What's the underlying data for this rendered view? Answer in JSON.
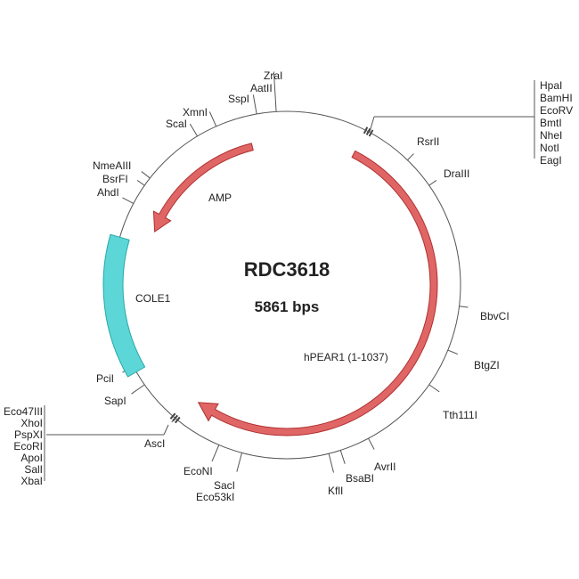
{
  "plasmid": {
    "name": "RDC3618",
    "size": "5861 bps"
  },
  "features": [
    {
      "label": "AMP",
      "color": "#e06666"
    },
    {
      "label": "hPEAR1 (1-1037)",
      "color": "#e06666"
    },
    {
      "label": "COLE1",
      "color": "#5cd6d6"
    }
  ],
  "sites": {
    "zral": "ZraI",
    "aatii": "AatII",
    "sspi": "SspI",
    "xmni": "XmnI",
    "scai": "ScaI",
    "nmeaiii": "NmeAIII",
    "bsrfi": "BsrFI",
    "ahdi": "AhdI",
    "mcs_right": [
      "HpaI",
      "BamHI",
      "EcoRV",
      "BmtI",
      "NheI",
      "NotI",
      "EagI"
    ],
    "rsrii": "RsrII",
    "draiii": "DraIII",
    "bbvci": "BbvCI",
    "btgzi": "BtgZI",
    "tth111i": "Tth111I",
    "avrii": "AvrII",
    "bsabi": "BsaBI",
    "kfli": "KflI",
    "saci": "SacI",
    "eco53ki": "Eco53kI",
    "econi": "EcoNI",
    "asci": "AscI",
    "sapi": "SapI",
    "pcii": "PciI",
    "mcs_left": [
      "Eco47III",
      "XhoI",
      "PspXI",
      "EcoRI",
      "ApoI",
      "SalI",
      "XbaI"
    ]
  }
}
